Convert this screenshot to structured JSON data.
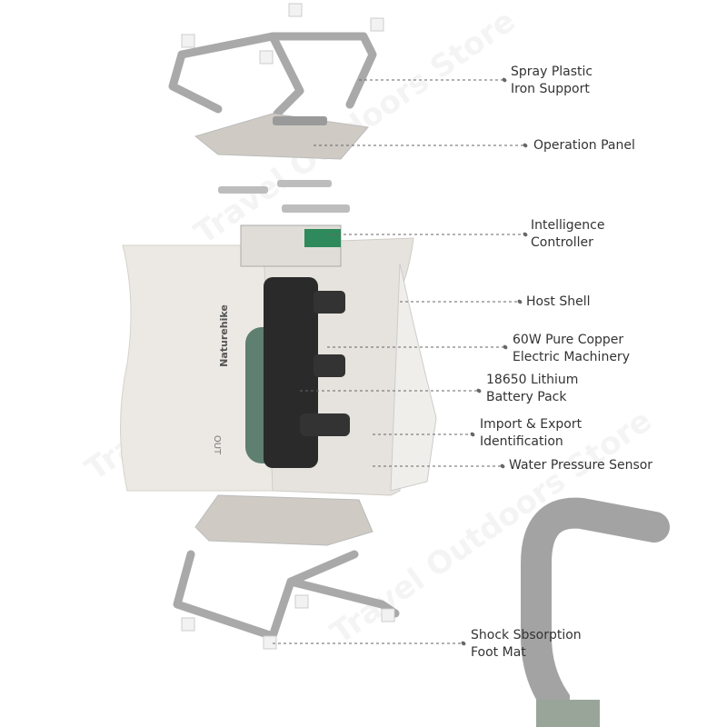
{
  "watermark": "Travel Outdoors Store",
  "product": {
    "brand_mark": "Naturehike",
    "port_mark": "OUT"
  },
  "labels": [
    {
      "id": "iron-support",
      "line1": "Spray Plastic",
      "line2": "Iron Support"
    },
    {
      "id": "operation-panel",
      "line1": "Operation Panel",
      "line2": ""
    },
    {
      "id": "controller",
      "line1": "Intelligence",
      "line2": "Controller"
    },
    {
      "id": "host-shell",
      "line1": "Host Shell",
      "line2": ""
    },
    {
      "id": "motor",
      "line1": "60W Pure Copper",
      "line2": "Electric Machinery"
    },
    {
      "id": "battery",
      "line1": "18650 Lithium",
      "line2": "Battery Pack"
    },
    {
      "id": "io-id",
      "line1": "Import & Export",
      "line2": "Identification"
    },
    {
      "id": "pressure-sensor",
      "line1": "Water Pressure Sensor",
      "line2": ""
    },
    {
      "id": "foot-mat",
      "line1": "Shock Sbsorption",
      "line2": "Foot Mat"
    }
  ],
  "colors": {
    "metal": "#a9a9a9",
    "shell": "#ece9e4",
    "panel": "#cfcbc4",
    "motor": "#2a2a2a",
    "battery": "#5f7f70",
    "pcb": "#2e8a5a",
    "leader": "#666666"
  }
}
